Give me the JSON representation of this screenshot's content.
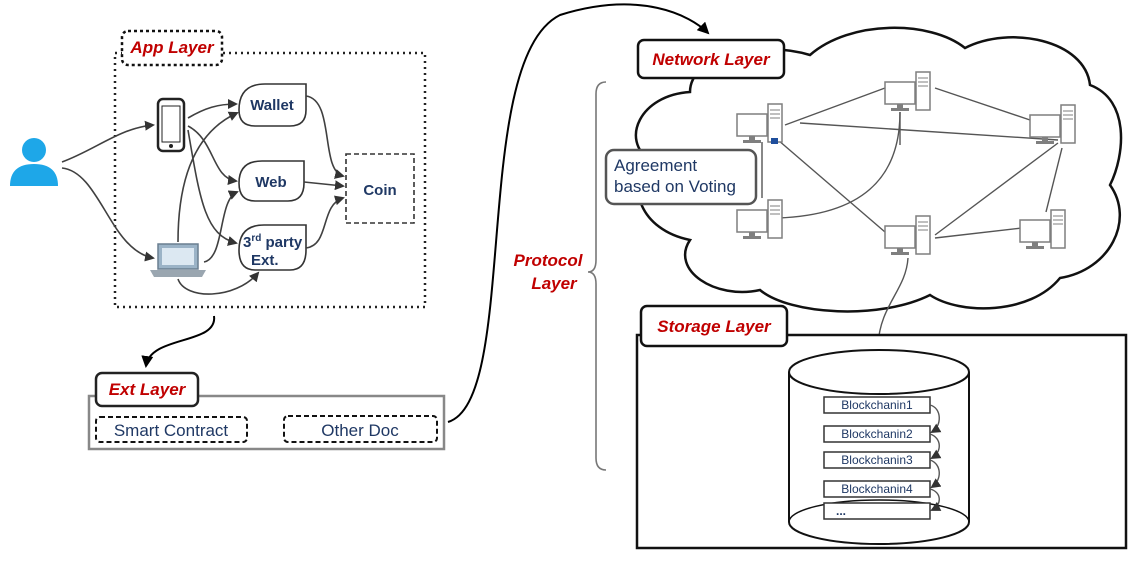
{
  "app_layer": {
    "title": "App Layer",
    "nodes": {
      "wallet": "Wallet",
      "web": "Web",
      "third_party_main": "3",
      "third_party_sup": "rd",
      "third_party_rest": " party",
      "third_party_ext": "Ext.",
      "coin": "Coin"
    }
  },
  "ext_layer": {
    "title": "Ext Layer",
    "items": {
      "smart_contract": "Smart Contract",
      "other_doc": "Other Doc"
    }
  },
  "protocol_layer": {
    "line1": "Protocol",
    "line2": "Layer"
  },
  "network_layer": {
    "title": "Network Layer",
    "agreement_line1": "Agreement",
    "agreement_line2": "based on Voting"
  },
  "storage_layer": {
    "title": "Storage Layer",
    "blocks": [
      "Blockchanin1",
      "Blockchanin2",
      "Blockchanin3",
      "Blockchanin4",
      "..."
    ]
  },
  "colors": {
    "accent_red": "#c00000",
    "text_blue": "#1f3864",
    "user_blue": "#1ea7e8"
  }
}
